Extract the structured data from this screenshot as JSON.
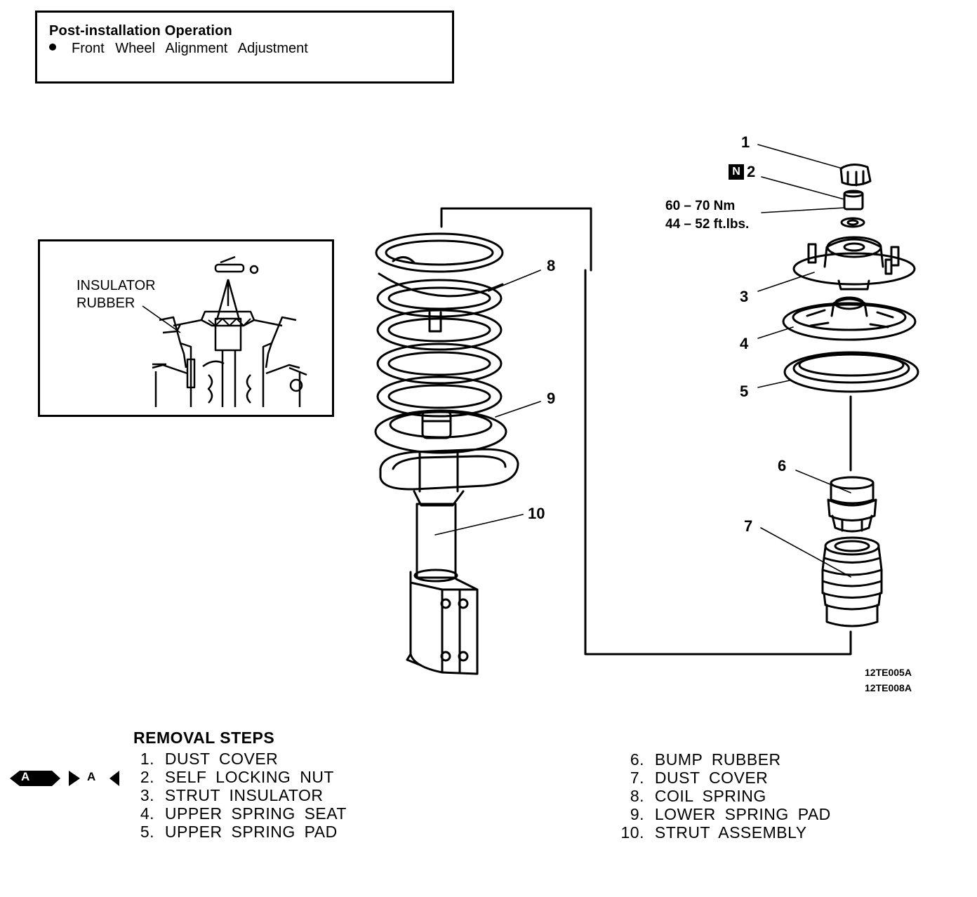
{
  "post_installation": {
    "title": "Post-installation Operation",
    "item": "Front Wheel Alignment Adjustment"
  },
  "inset": {
    "label_line1": "INSULATOR",
    "label_line2": "RUBBER"
  },
  "callouts": {
    "c1": "1",
    "c2": "2",
    "c2_badge": "N",
    "c3": "3",
    "c4": "4",
    "c5": "5",
    "c6": "6",
    "c7": "7",
    "c8": "8",
    "c9": "9",
    "c10": "10"
  },
  "torque": {
    "metric": "60 – 70 Nm",
    "imperial": "44 – 52 ft.lbs."
  },
  "figure_codes": {
    "code1": "12TE005A",
    "code2": "12TE008A"
  },
  "removal_steps": {
    "title": "REMOVAL STEPS",
    "marker_left": "A",
    "marker_right": "A",
    "steps": [
      {
        "num": "1.",
        "label": "DUST COVER"
      },
      {
        "num": "2.",
        "label": "SELF LOCKING NUT"
      },
      {
        "num": "3.",
        "label": "STRUT INSULATOR"
      },
      {
        "num": "4.",
        "label": "UPPER SPRING SEAT"
      },
      {
        "num": "5.",
        "label": "UPPER SPRING PAD"
      },
      {
        "num": "6.",
        "label": "BUMP RUBBER"
      },
      {
        "num": "7.",
        "label": "DUST COVER"
      },
      {
        "num": "8.",
        "label": "COIL SPRING"
      },
      {
        "num": "9.",
        "label": "LOWER SPRING PAD"
      },
      {
        "num": "10.",
        "label": "STRUT ASSEMBLY"
      }
    ]
  }
}
